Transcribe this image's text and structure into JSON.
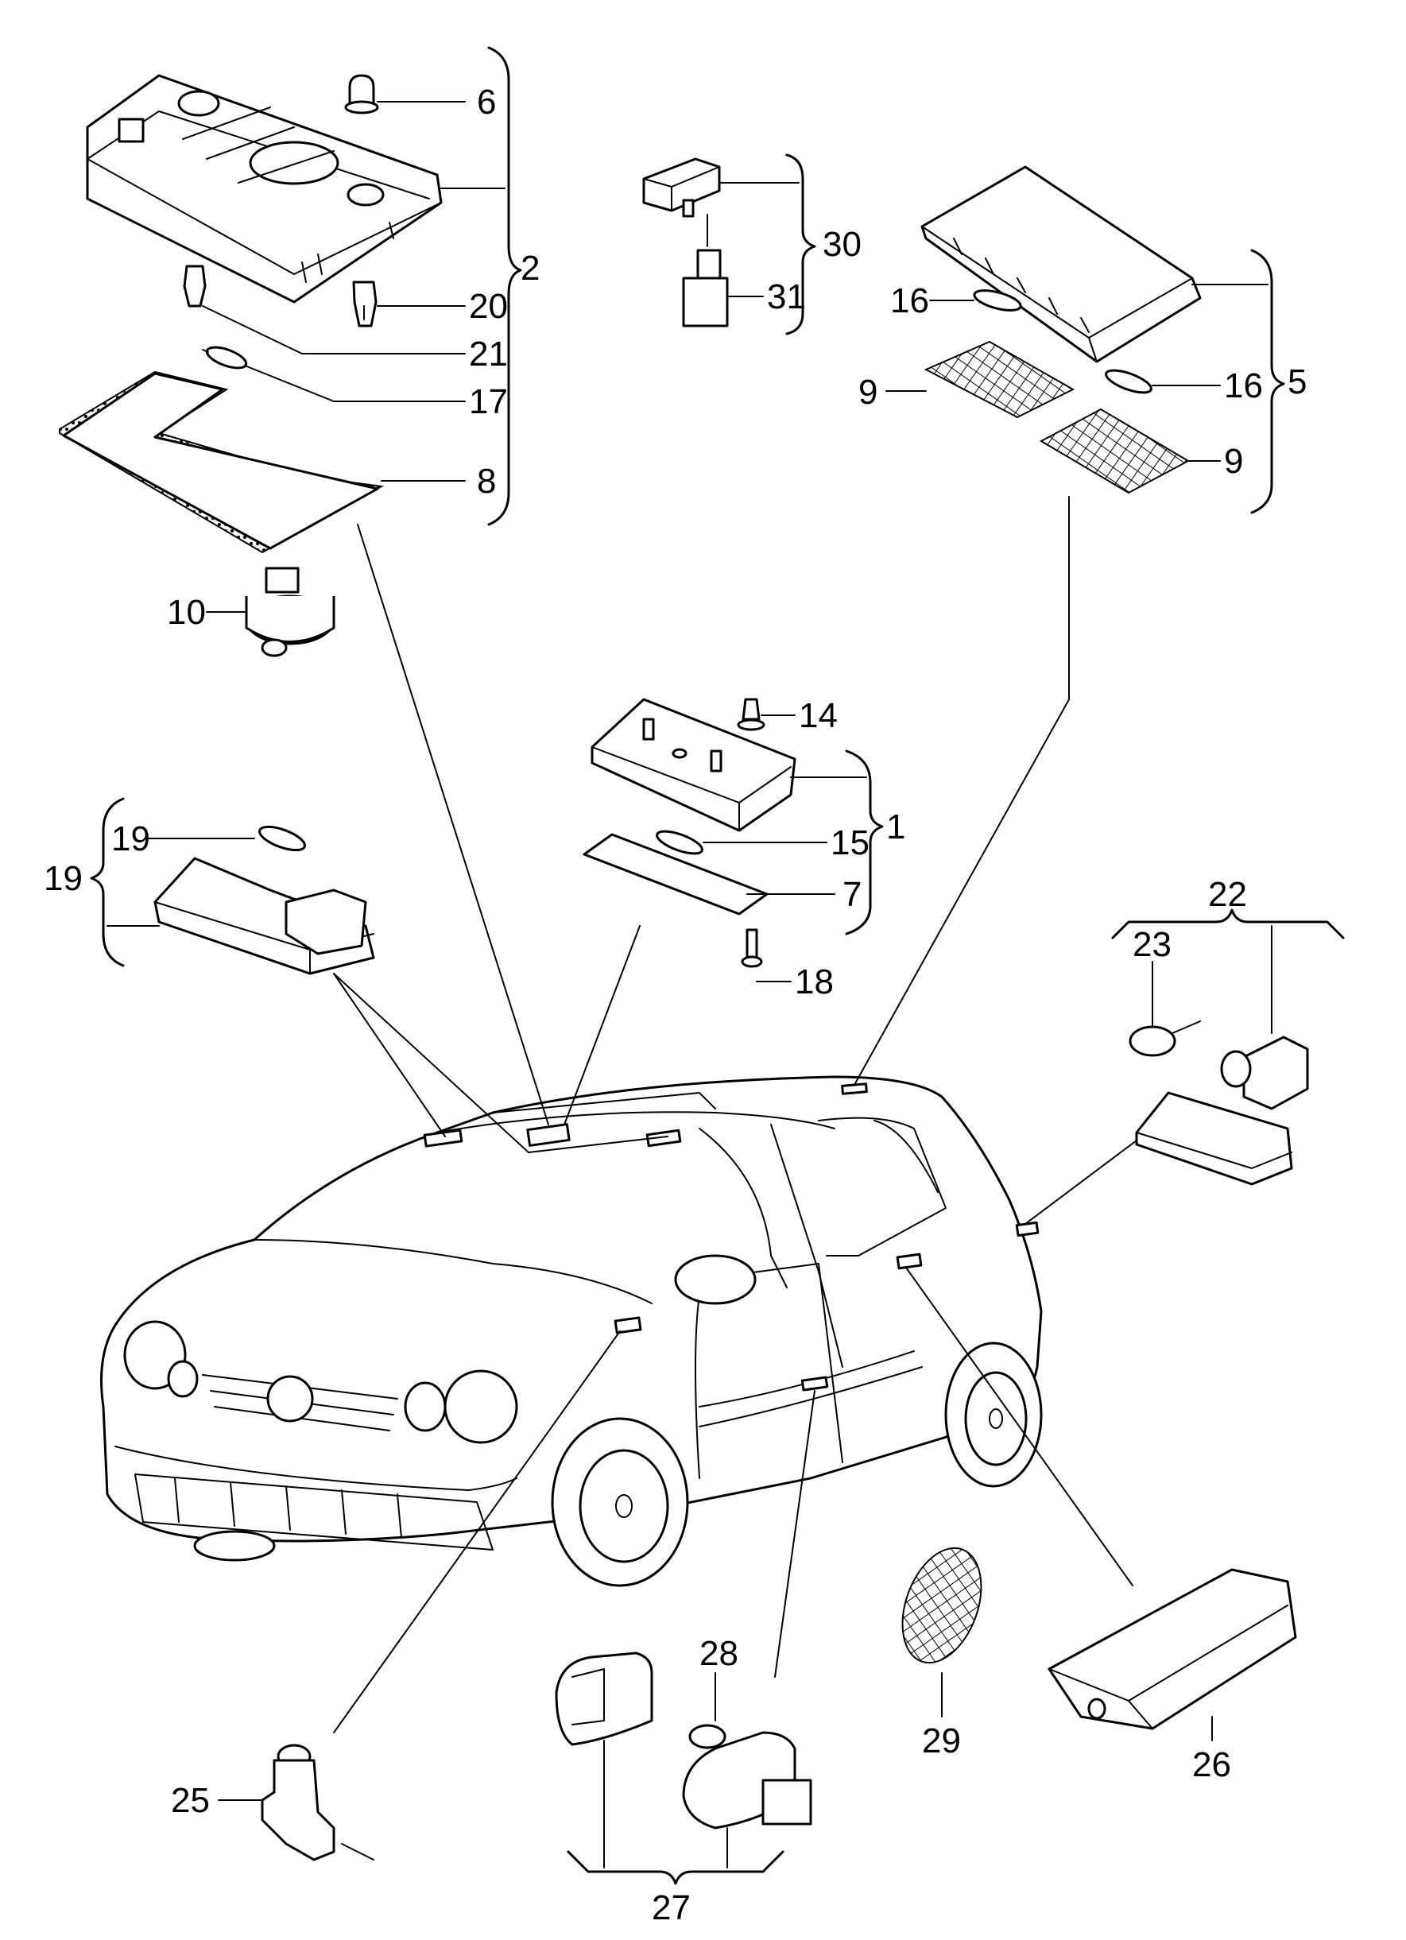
{
  "diagram": {
    "callouts": [
      {
        "id": "c1",
        "text": "1"
      },
      {
        "id": "c2",
        "text": "2"
      },
      {
        "id": "c5",
        "text": "5"
      },
      {
        "id": "c6",
        "text": "6"
      },
      {
        "id": "c7",
        "text": "7"
      },
      {
        "id": "c8",
        "text": "8"
      },
      {
        "id": "c9a",
        "text": "9"
      },
      {
        "id": "c9b",
        "text": "9"
      },
      {
        "id": "c10",
        "text": "10"
      },
      {
        "id": "c14",
        "text": "14"
      },
      {
        "id": "c15",
        "text": "15"
      },
      {
        "id": "c16a",
        "text": "16"
      },
      {
        "id": "c16b",
        "text": "16"
      },
      {
        "id": "c17",
        "text": "17"
      },
      {
        "id": "c18",
        "text": "18"
      },
      {
        "id": "c19a",
        "text": "19"
      },
      {
        "id": "c19b",
        "text": "19"
      },
      {
        "id": "c20",
        "text": "20"
      },
      {
        "id": "c21",
        "text": "21"
      },
      {
        "id": "c22",
        "text": "22"
      },
      {
        "id": "c23",
        "text": "23"
      },
      {
        "id": "c25",
        "text": "25"
      },
      {
        "id": "c26",
        "text": "26"
      },
      {
        "id": "c27",
        "text": "27"
      },
      {
        "id": "c28",
        "text": "28"
      },
      {
        "id": "c29",
        "text": "29"
      },
      {
        "id": "c30",
        "text": "30"
      },
      {
        "id": "c31",
        "text": "31"
      }
    ]
  }
}
